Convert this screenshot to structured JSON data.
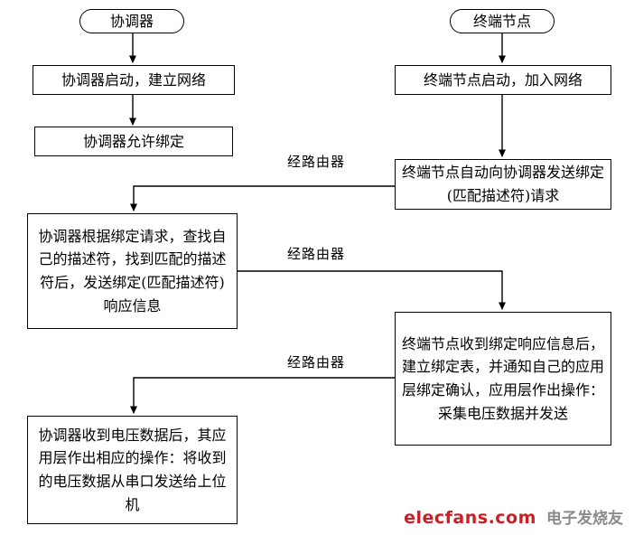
{
  "flowchart": {
    "coordinator": {
      "start_label": "协调器",
      "steps": [
        "协调器启动，建立网络",
        "协调器允许绑定",
        "协调器根据绑定请求，查找自己的描述符，找到匹配的描述符后，发送绑定(匹配描述符)响应信息",
        "协调器收到电压数据后，其应用层作出相应的操作：将收到的电压数据从串口发送给上位机"
      ]
    },
    "end_node": {
      "start_label": "终端节点",
      "steps": [
        "终端节点启动，加入网络",
        "终端节点自动向协调器发送绑定(匹配描述符)请求",
        "终端节点收到绑定响应信息后，建立绑定表，并通知自己的应用层绑定确认，应用层作出操作：采集电压数据并发送"
      ]
    },
    "edge_label": "经路由器"
  },
  "watermark": {
    "brand": "elecfans.com",
    "brand_cn": "电子发烧友",
    "brand_color": "#cc1f25",
    "cn_color": "#8b8b8b"
  }
}
